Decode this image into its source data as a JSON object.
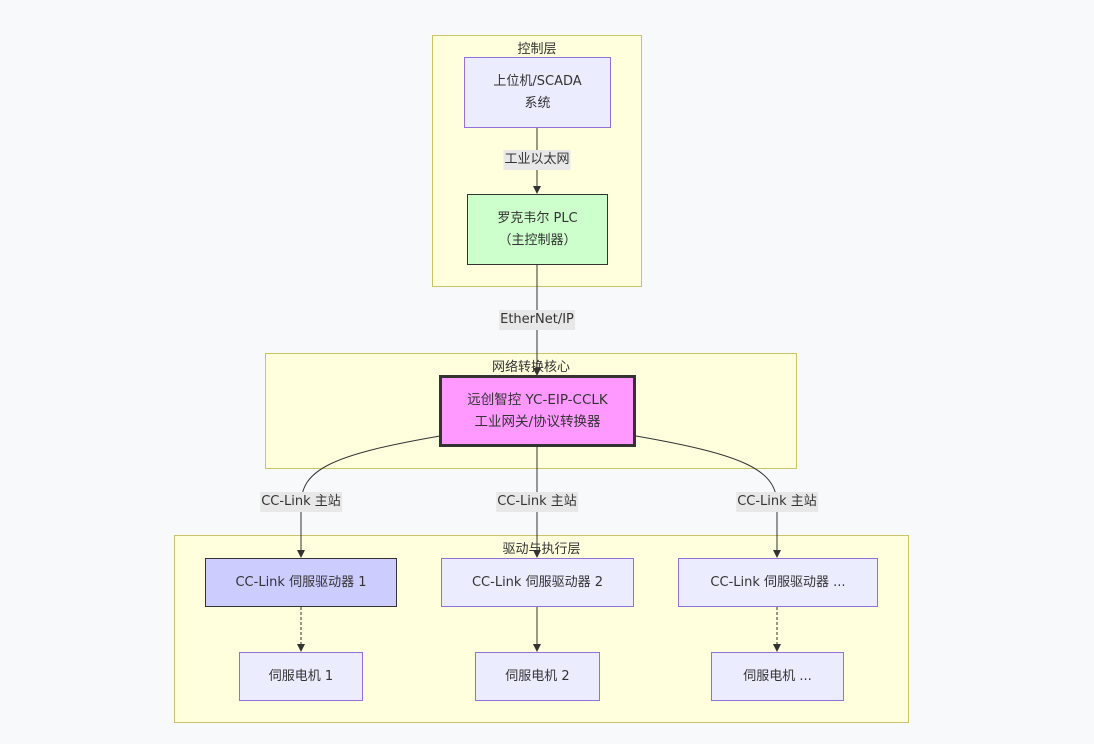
{
  "clusters": {
    "control": "控制层",
    "network": "网络转换核心",
    "drive": "驱动与执行层"
  },
  "nodes": {
    "scada": [
      "上位机/SCADA",
      "系统"
    ],
    "plc": [
      "罗克韦尔 PLC",
      "（主控制器）"
    ],
    "gateway": [
      "远创智控 YC-EIP-CCLK",
      "工业网关/协议转换器"
    ],
    "drive1": "CC-Link 伺服驱动器 1",
    "drive2": "CC-Link 伺服驱动器 2",
    "drive3": "CC-Link 伺服驱动器 ...",
    "motor1": "伺服电机 1",
    "motor2": "伺服电机 2",
    "motor3": "伺服电机 ..."
  },
  "edges": {
    "scada_plc": "工业以太网",
    "plc_gateway": "EtherNet/IP",
    "gateway_drive1": "CC-Link 主站",
    "gateway_drive2": "CC-Link 主站",
    "gateway_drive3": "CC-Link 主站"
  },
  "colors": {
    "cluster_fill": "#ffffde",
    "cluster_border": "#c9c46a",
    "default_node": "#ececff",
    "plc_node": "#ccffcc",
    "gateway_node": "#ff99ff",
    "drive1_node": "#ccccff"
  }
}
